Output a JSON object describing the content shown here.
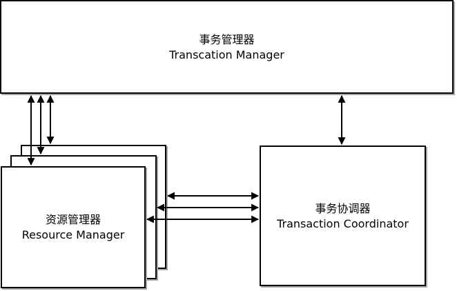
{
  "diagram": {
    "nodes": {
      "transaction_manager": {
        "label_zh": "事务管理器",
        "label_en": "Transcation Manager"
      },
      "resource_manager": {
        "label_zh": "资源管理器",
        "label_en": "Resource Manager",
        "stack_count": 3
      },
      "transaction_coordinator": {
        "label_zh": "事务协调器",
        "label_en": "Transaction Coordinator"
      }
    },
    "connections": {
      "manager_to_resource_arrows": 3,
      "manager_to_coordinator_arrows": 1,
      "resource_to_coordinator_arrows": 3,
      "arrow_style": "double-headed"
    }
  },
  "colors": {
    "line": "#000000",
    "background": "#ffffff",
    "box_shadow": "#a6a6a6"
  }
}
